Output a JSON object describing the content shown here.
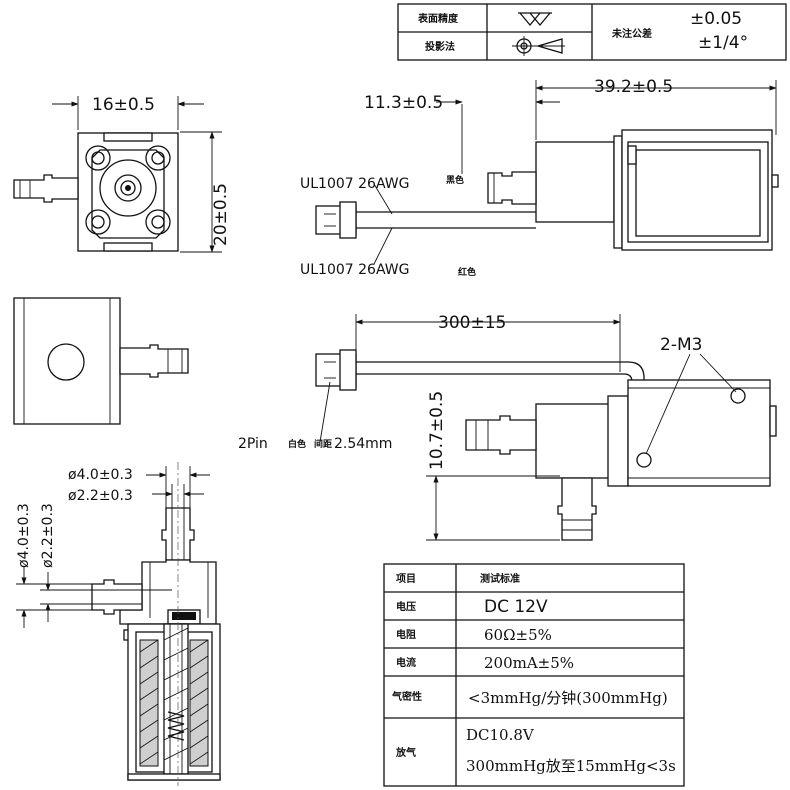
{
  "tolerance_table": {
    "surface_finish_label": "表面精度",
    "projection_label": "投影法",
    "untoleranced_label": "未注公差",
    "linear_tolerance": "±0.05",
    "angular_tolerance": "±1/4°"
  },
  "front_view": {
    "width_dim": "16±0.5",
    "height_dim": "20±0.5"
  },
  "side_view": {
    "length_dim": "39.2±0.5",
    "port_dim": "11.3±0.5",
    "wire_black": "UL1007 26AWG",
    "wire_black_color": "黑色",
    "wire_red": "UL1007 26AWG",
    "wire_red_color": "红色"
  },
  "bottom_view": {
    "lead_length_dim": "300±15",
    "mount_holes": "2-M3",
    "height_dim": "10.7±0.5",
    "connector_pin_count": "2Pin",
    "connector_color": "白色",
    "connector_pitch_label": "间距",
    "connector_pitch": "2.54mm"
  },
  "section_view": {
    "outer_dia_top": "ø4.0±0.3",
    "inner_dia_top": "ø2.2±0.3",
    "outer_dia_side": "ø4.0±0.3",
    "inner_dia_side": "ø2.2±0.3"
  },
  "spec_table": {
    "header": {
      "item": "项目",
      "standard": "测试标准"
    },
    "rows": [
      {
        "item": "电压",
        "value": "DC 12V"
      },
      {
        "item": "电阻",
        "value": "60Ω±5%"
      },
      {
        "item": "电流",
        "value": "200mA±5%"
      },
      {
        "item": "气密性",
        "value": "<3mmHg/分钟(300mmHg)"
      },
      {
        "item": "放气",
        "value": "DC10.8V",
        "value2": "300mmHg放至15mmHg<3s"
      }
    ]
  }
}
